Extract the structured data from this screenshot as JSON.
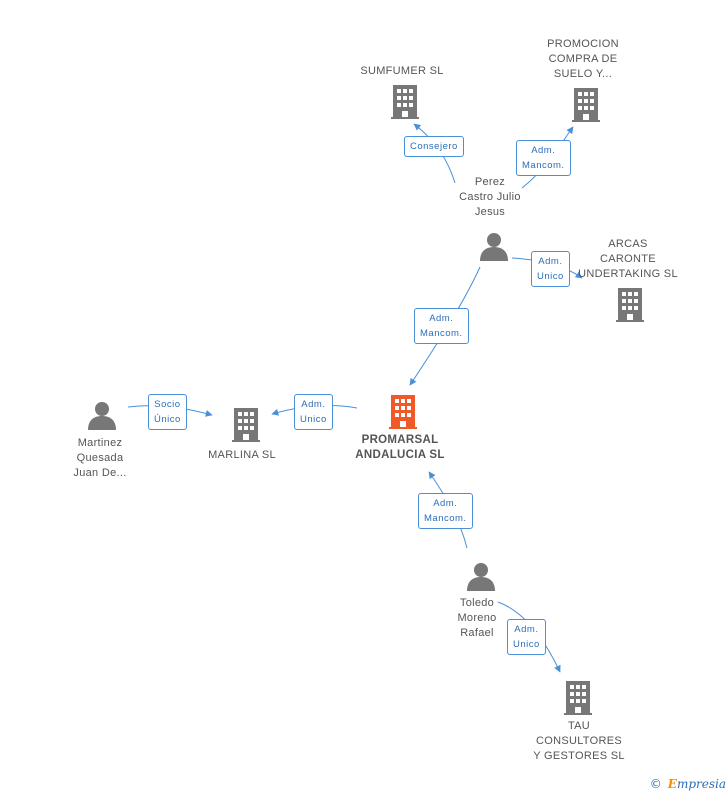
{
  "nodes": {
    "sumfumer": {
      "label": "SUMFUMER  SL"
    },
    "promocion": {
      "label": "PROMOCION\nCOMPRA DE\nSUELO Y..."
    },
    "perez": {
      "label": "Perez\nCastro Julio\nJesus"
    },
    "arcas": {
      "label": "ARCAS\nCARONTE\nUNDERTAKING SL"
    },
    "martinez": {
      "label": "Martinez\nQuesada\nJuan De..."
    },
    "marlina": {
      "label": "MARLINA SL"
    },
    "promarsal": {
      "label": "PROMARSAL\nANDALUCIA SL"
    },
    "toledo": {
      "label": "Toledo\nMoreno\nRafael"
    },
    "tau": {
      "label": "TAU\nCONSULTORES\nY GESTORES SL"
    }
  },
  "edges": {
    "consejero": {
      "label": "Consejero"
    },
    "perez_promocion": {
      "label": "Adm.\nMancom."
    },
    "perez_arcas": {
      "label": "Adm.\nUnico"
    },
    "perez_promarsal": {
      "label": "Adm.\nMancom."
    },
    "martinez_marlina": {
      "label": "Socio\nÚnico"
    },
    "promarsal_marlina": {
      "label": "Adm.\nUnico"
    },
    "toledo_promarsal": {
      "label": "Adm.\nMancom."
    },
    "toledo_tau": {
      "label": "Adm.\nUnico"
    }
  },
  "footer": {
    "copyright": "©",
    "brand_e": "E",
    "brand_rest": "mpresia"
  },
  "colors": {
    "main_node": "#f05a28",
    "node": "#777777",
    "edge": "#4a90d9"
  }
}
